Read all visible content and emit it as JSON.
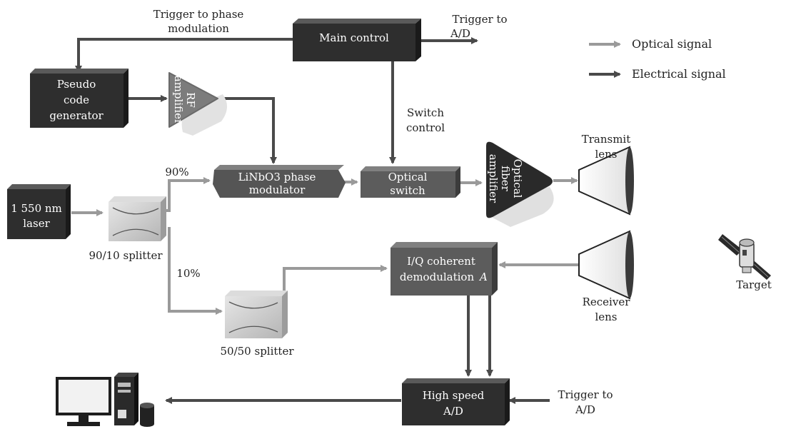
{
  "colors": {
    "optical": "#9a9a9a",
    "electrical": "#4a4a4a",
    "dark_box": "#2e2e2e",
    "mid_box": "#606060",
    "light_box": "#cfcfcf"
  },
  "legend": {
    "optical": "Optical signal",
    "electrical": "Electrical signal"
  },
  "labels": {
    "trigger_phase_1": "Trigger to phase",
    "trigger_phase_2": "modulation",
    "trigger_ad_top_1": "Trigger to",
    "trigger_ad_top_2": "A/D",
    "switch_control_1": "Switch",
    "switch_control_2": "control",
    "pct_90": "90%",
    "pct_10": "10%",
    "transmit_lens_1": "Transmit",
    "transmit_lens_2": "lens",
    "receiver_lens_1": "Receiver",
    "receiver_lens_2": "lens",
    "target": "Target",
    "trigger_ad_bottom_1": "Trigger to",
    "trigger_ad_bottom_2": "A/D",
    "splitter_9010": "90/10 splitter",
    "splitter_5050": "50/50 splitter"
  },
  "blocks": {
    "main_control": "Main control",
    "pseudo_1": "Pseudo",
    "pseudo_2": "code",
    "pseudo_3": "generator",
    "rf_amp_1": "RF",
    "rf_amp_2": "amplifier",
    "laser_1": "1 550 nm",
    "laser_2": "laser",
    "modulator_1": "LiNbO3 phase",
    "modulator_2": "modulator",
    "switch_1": "Optical",
    "switch_2": "switch",
    "fiber_amp_1": "Optical",
    "fiber_amp_2": "fiber",
    "fiber_amp_3": "amplifier",
    "iq_1": "I/Q coherent",
    "iq_2": "demodulation",
    "iq_2_italic": "A",
    "hs_1": "High speed",
    "hs_2": "A/D"
  }
}
